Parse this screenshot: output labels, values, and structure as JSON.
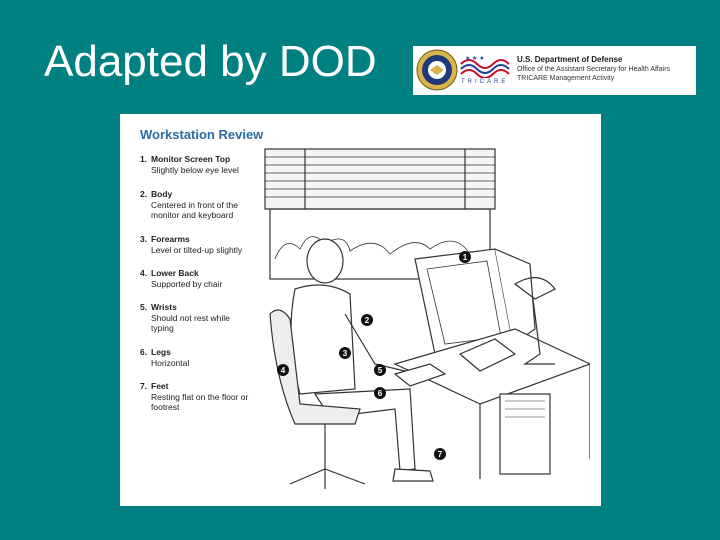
{
  "slide": {
    "title": "Adapted by DOD"
  },
  "logo": {
    "line1": "U.S. Department of Defense",
    "line2": "Office of the Assistant Secretary for Health Affairs",
    "line3": "TRICARE Management Activity",
    "tricare_word": "TRICARE",
    "colors": {
      "navy": "#27409a",
      "red": "#c8102e"
    }
  },
  "panel": {
    "title": "Workstation Review",
    "items": [
      {
        "num": "1.",
        "title": "Monitor Screen Top",
        "desc": "Slightly below eye level"
      },
      {
        "num": "2.",
        "title": "Body",
        "desc": "Centered in front of the monitor and keyboard"
      },
      {
        "num": "3.",
        "title": "Forearms",
        "desc": "Level or tilted-up slightly"
      },
      {
        "num": "4.",
        "title": "Lower Back",
        "desc": "Supported by chair"
      },
      {
        "num": "5.",
        "title": "Wrists",
        "desc": "Should not rest while typing"
      },
      {
        "num": "6.",
        "title": "Legs",
        "desc": "Horizontal"
      },
      {
        "num": "7.",
        "title": "Feet",
        "desc": "Resting flat on the floor or footrest"
      }
    ],
    "markers": [
      "1",
      "2",
      "3",
      "4",
      "5",
      "6",
      "7"
    ]
  },
  "colors": {
    "background": "#008080",
    "title_blue": "#2b6ca3"
  }
}
